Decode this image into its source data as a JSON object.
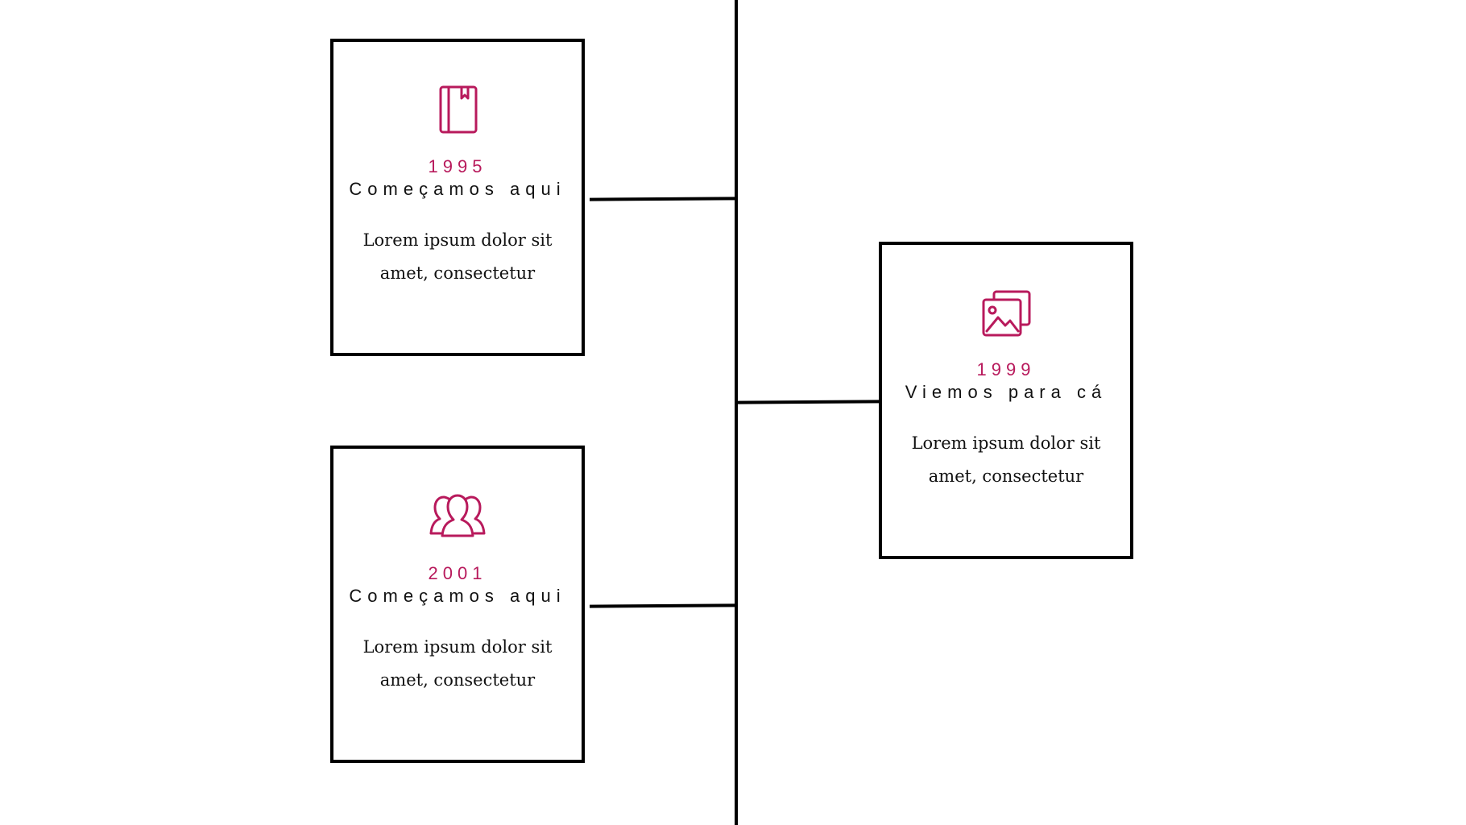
{
  "theme": {
    "accent": "#b81a5c",
    "line": "#000000"
  },
  "timeline": {
    "items": [
      {
        "year": "1995",
        "title": "Começamos aqui",
        "text": "Lorem ipsum dolor sit amet, consectetur",
        "icon": "book-icon"
      },
      {
        "year": "1999",
        "title": "Viemos para cá",
        "text": "Lorem ipsum dolor sit amet, consectetur",
        "icon": "images-icon"
      },
      {
        "year": "2001",
        "title": "Começamos aqui",
        "text": "Lorem ipsum dolor sit amet, consectetur",
        "icon": "users-icon"
      }
    ]
  }
}
